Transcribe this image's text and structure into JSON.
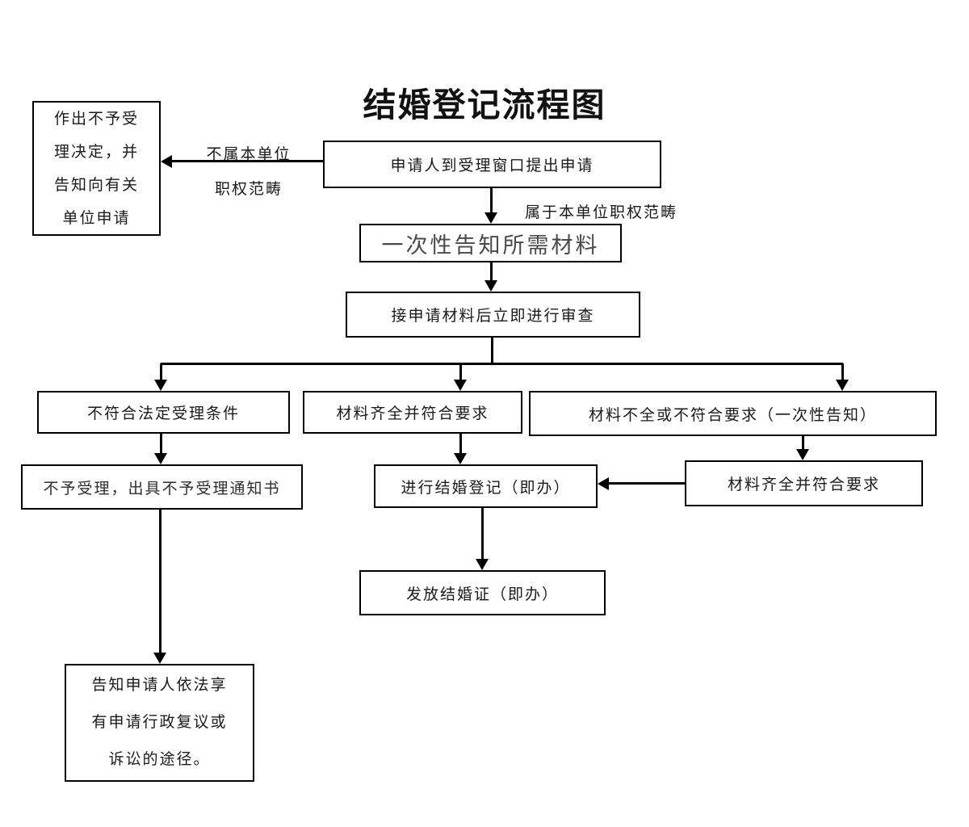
{
  "title": "结婚登记流程图",
  "colors": {
    "ink": "#000000",
    "box_text": "#1a1a1a",
    "highlight_text": "#4a4a4a",
    "background": "#ffffff"
  },
  "nodes": {
    "apply": {
      "text": "申请人到受理窗口提出申请"
    },
    "reject_decision": {
      "lines": [
        "作出不予受",
        "理决定，并",
        "告知向有关",
        "单位申请"
      ]
    },
    "inform_materials": {
      "text": "一次性告知所需材料"
    },
    "review": {
      "text": "接申请材料后立即进行审查"
    },
    "not_qualified": {
      "text": "不符合法定受理条件"
    },
    "materials_complete_mid": {
      "text": "材料齐全并符合要求"
    },
    "materials_incomplete": {
      "text": "材料不全或不符合要求（一次性告知）"
    },
    "not_accepted": {
      "text": "不予受理，出具不予受理通知书"
    },
    "register": {
      "text": "进行结婚登记（即办）"
    },
    "materials_complete_right": {
      "text": "材料齐全并符合要求"
    },
    "issue_certificate": {
      "text": "发放结婚证（即办）"
    },
    "inform_rights": {
      "lines": [
        "告知申请人依法享",
        "有申请行政复议或",
        "诉讼的途径。"
      ]
    }
  },
  "edge_labels": {
    "not_in_scope": {
      "lines": [
        "不属本单位",
        "职权范畴"
      ]
    },
    "in_scope": {
      "text": "属于本单位职权范畴"
    }
  }
}
